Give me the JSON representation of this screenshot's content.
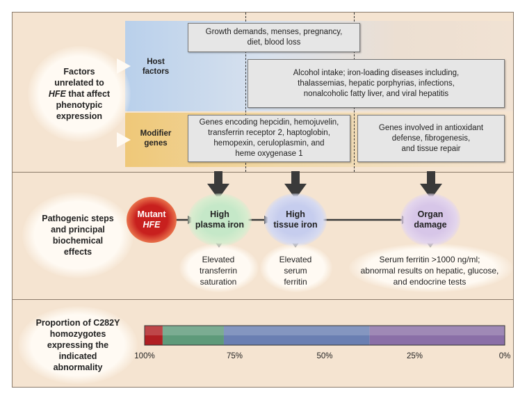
{
  "sections": {
    "factors_label": [
      "Factors",
      "unrelated to",
      "HFE that affect",
      "phenotypic",
      "expression"
    ],
    "host_label": [
      "Host",
      "factors"
    ],
    "modifier_label": [
      "Modifier",
      "genes"
    ],
    "pathogenic_label": [
      "Pathogenic steps",
      "and principal",
      "biochemical",
      "effects"
    ],
    "proportion_label": [
      "Proportion of C282Y",
      "homozygotes",
      "expressing the",
      "indicated",
      "abnormality"
    ]
  },
  "boxes": {
    "growth": [
      "Growth demands, menses, pregnancy,",
      "diet, blood loss"
    ],
    "alcohol": [
      "Alcohol intake; iron-loading diseases including,",
      "thalassemias, hepatic porphyrias, infections,",
      "nonalcoholic fatty liver, and viral hepatitis"
    ],
    "genes_hepcidin": [
      "Genes encoding hepcidin, hemojuvelin,",
      "transferrin receptor 2, haptoglobin,",
      "hemopexin, ceruloplasmin, and",
      "heme oxygenase 1"
    ],
    "genes_antioxidant": [
      "Genes involved in antioxidant",
      "defense, fibrogenesis,",
      "and tissue repair"
    ]
  },
  "nodes": {
    "mutant": [
      "Mutant",
      "HFE"
    ],
    "plasma": [
      "High",
      "plasma iron"
    ],
    "tissue": [
      "High",
      "tissue iron"
    ],
    "organ": [
      "Organ",
      "damage"
    ]
  },
  "effects": {
    "transferrin": [
      "Elevated",
      "transferrin",
      "saturation"
    ],
    "ferritin": [
      "Elevated",
      "serum",
      "ferritin"
    ],
    "serum": [
      "Serum ferritin >1000 ng/ml;",
      "abnormal results on hepatic, glucose,",
      "and endocrine tests"
    ]
  },
  "chart_data": {
    "type": "bar",
    "orientation": "horizontal-stacked",
    "axis_ticks": [
      "100%",
      "75%",
      "50%",
      "25%",
      "0%"
    ],
    "axis_range": [
      100,
      0
    ],
    "segments": [
      {
        "color": "#b01e22",
        "from": 100,
        "to": 95
      },
      {
        "color": "#5e9a7a",
        "from": 95,
        "to": 78
      },
      {
        "color": "#6a7fb2",
        "from": 78,
        "to": 37.5
      },
      {
        "color": "#8a6fa7",
        "from": 37.5,
        "to": 0
      }
    ]
  }
}
